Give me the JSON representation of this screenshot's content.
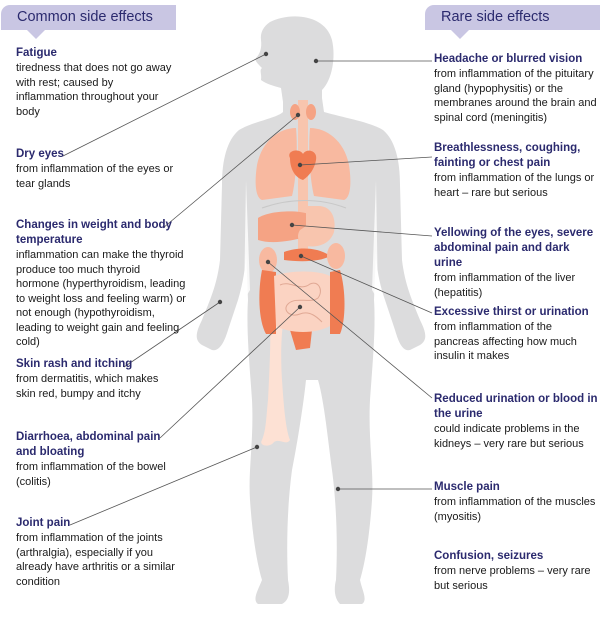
{
  "headers": {
    "common": "Common side effects",
    "rare": "Rare side effects"
  },
  "common": [
    {
      "title": "Fatigue",
      "desc": "tiredness that does not go away with rest; caused by inflammation throughout your body"
    },
    {
      "title": "Dry eyes",
      "desc": "from inflammation of the eyes or tear glands"
    },
    {
      "title": "Changes in weight and body temperature",
      "desc": "inflammation can make the thyroid produce too much thyroid hormone (hyperthyroidism, leading to weight loss and feeling warm) or not enough (hypothyroidism, leading to weight gain and feeling cold)"
    },
    {
      "title": "Skin rash and itching",
      "desc": "from dermatitis, which makes skin red, bumpy and itchy"
    },
    {
      "title": "Diarrhoea, abdominal pain and bloating",
      "desc": "from inflammation of the bowel (colitis)"
    },
    {
      "title": "Joint pain",
      "desc": "from inflammation of the joints (arthralgia), especially if you already have arthritis or a similar condition"
    }
  ],
  "rare": [
    {
      "title": "Headache or blurred vision",
      "desc": "from inflammation of the pituitary gland (hypophysitis) or the membranes around the brain and spinal cord (meningitis)"
    },
    {
      "title": "Breathlessness, coughing, fainting or chest pain",
      "desc": "from inflammation of the lungs or heart – rare but serious"
    },
    {
      "title": "Yellowing of the eyes, severe abdominal pain and dark urine",
      "desc": "from inflammation of the liver (hepatitis)"
    },
    {
      "title": "Excessive thirst or urination",
      "desc": "from inflammation of the pancreas affecting how much insulin it makes"
    },
    {
      "title": "Reduced urination or blood in the urine",
      "desc": "could indicate problems in the kidneys – very rare but serious"
    },
    {
      "title": "Muscle pain",
      "desc": "from inflammation of the muscles (myositis)"
    },
    {
      "title": "Confusion, seizures",
      "desc": "from nerve problems – very rare but serious"
    }
  ],
  "colors": {
    "header_bg": "#c9c6e3",
    "title_text": "#2b2a6e",
    "body_silhouette": "#dcdcdd",
    "organ_light": "#f8b9a0",
    "organ_mid": "#f5a384",
    "organ_dark": "#f07c52",
    "bone": "#fde1d4",
    "leader_line": "#555555"
  }
}
